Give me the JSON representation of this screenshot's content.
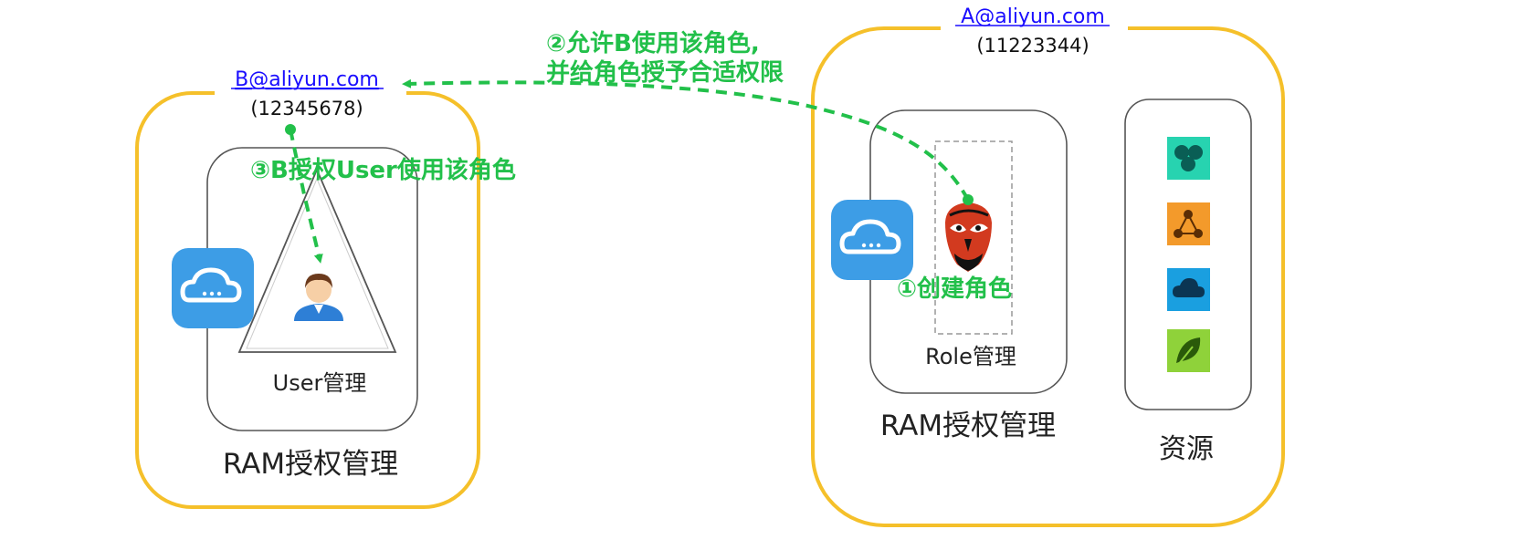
{
  "account_b": {
    "email": "B@aliyun.com",
    "id": "(12345678)",
    "ram_label": "RAM授权管理",
    "user_label": "User管理"
  },
  "account_a": {
    "email": "A@aliyun.com",
    "id": "(11223344)",
    "ram_label": "RAM授权管理",
    "role_label": "Role管理",
    "resource_label": "资源"
  },
  "steps": {
    "step1": "①创建角色",
    "step2_line1": "②允许B使用该角色,",
    "step2_line2": "并给角色授予合适权限",
    "step3": "③B授权User使用该角色"
  },
  "colors": {
    "account_border": "#f5c02a",
    "inner_border": "#555555",
    "step_green": "#22c04a",
    "link_blue": "#1a0dff",
    "ram_icon_blue": "#3d9de6"
  },
  "icons": {
    "ram_icon": "cloud-icon",
    "user_icon": "user-avatar-icon",
    "role_icon": "opera-mask-icon",
    "resources": [
      "teal-clover-icon",
      "orange-network-icon",
      "blue-cloud-icon",
      "green-leaf-icon"
    ]
  }
}
